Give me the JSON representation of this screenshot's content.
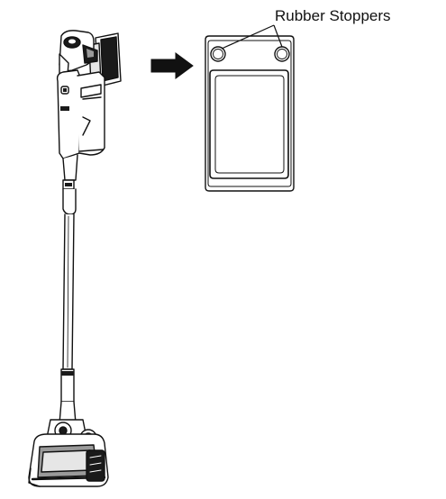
{
  "callout": {
    "label": "Rubber Stoppers"
  },
  "colors": {
    "line": "#111111",
    "dark_fill": "#1a1a1a",
    "mid_fill": "#9a9a9a",
    "light_fill": "#e6e6e6",
    "background": "#ffffff"
  },
  "parts": {
    "vacuum": "stick-vacuum",
    "mount": "wall-mount-bracket",
    "arrow": "right-arrow",
    "stoppers": [
      "left-rubber-stopper",
      "right-rubber-stopper"
    ]
  }
}
